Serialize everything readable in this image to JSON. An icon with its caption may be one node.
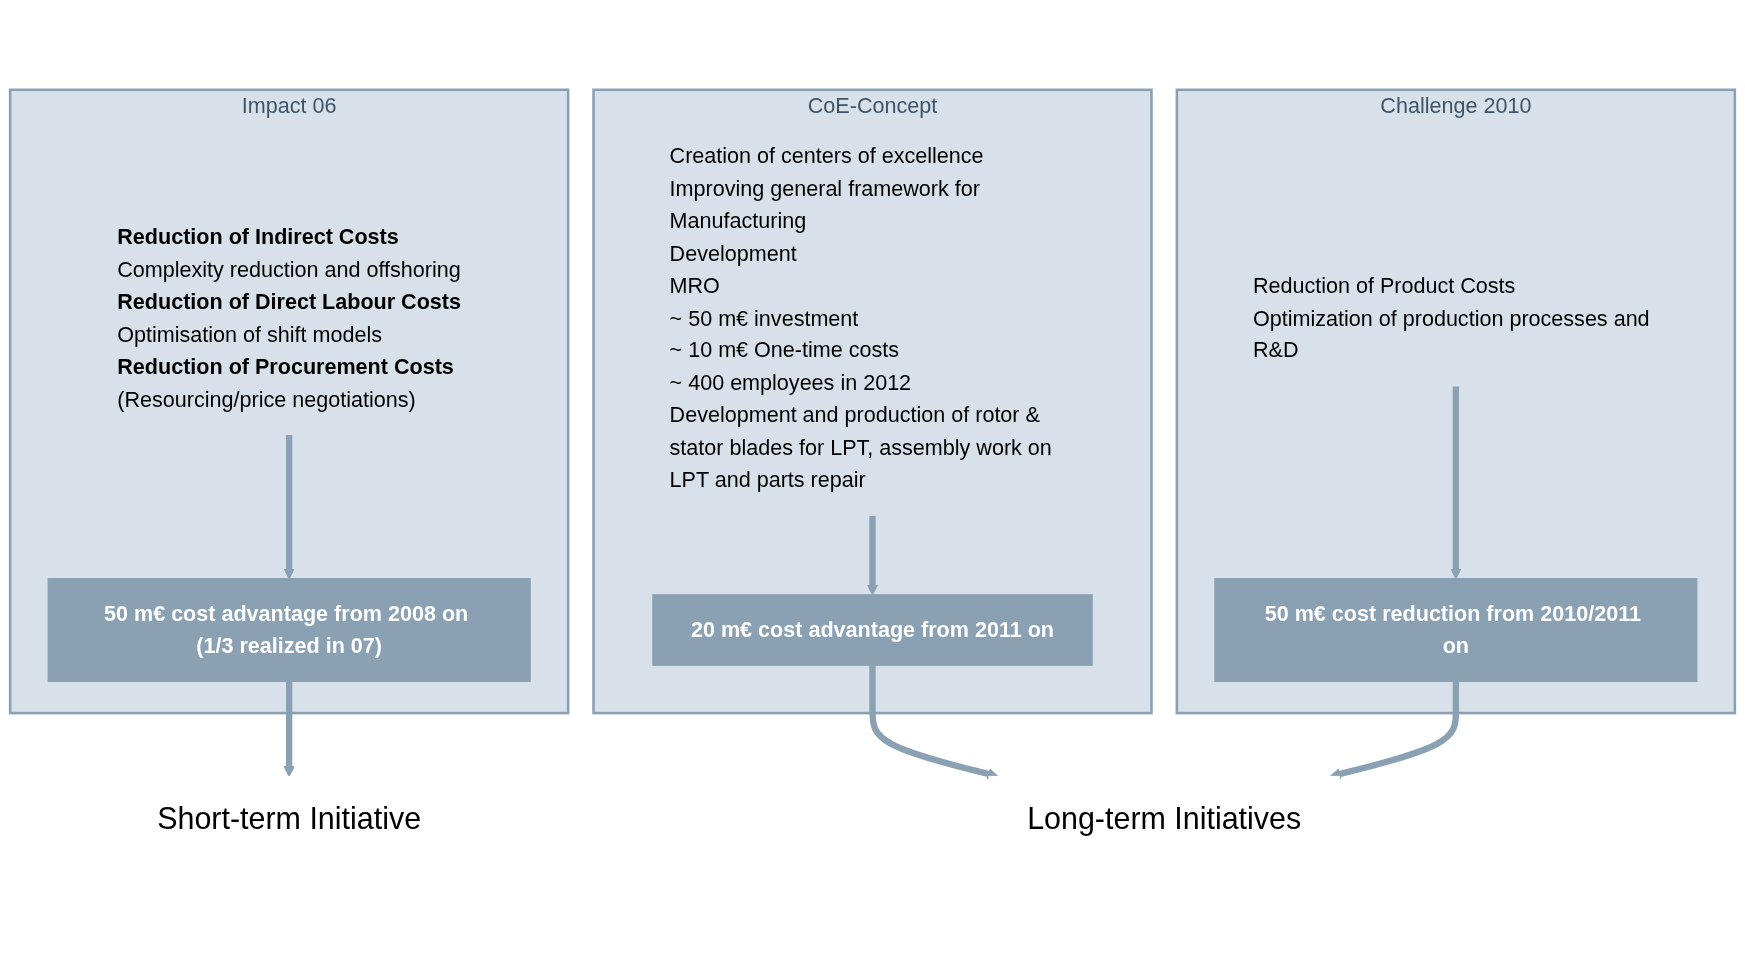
{
  "diagram": {
    "nodes": [
      {
        "text": [
          "Impact 06"
        ]
      },
      {
        "text": [
          "Reduction of Indirect Costs",
          "Complexity reduction and offshoring",
          "Reduction of Direct Labour Costs",
          "Optimisation of shift models",
          "Reduction of Procurement Costs",
          "(Resourcing/price negotiations)"
        ],
        "in": 0
      },
      {
        "text": [
          "50 m€ cost advantage from 2008 on (1/3 realized in 07)"
        ],
        "in": 0
      },
      {
        "text": [
          "CoE-Concept"
        ]
      },
      {
        "text": [
          "Creation of centers of excellence",
          "Improving general framework for",
          "Manufacturing",
          "Development",
          "MRO",
          "~ 50 m€ investment",
          "~ 10 m€ One-time costs",
          "~ 400 employees in 2012",
          "Development and production of rotor & stator blades for LPT, assembly work on LPT and parts repair"
        ],
        "in": 3
      },
      {
        "text": [
          "20 m€ cost advantage from 2011 on"
        ],
        "in": 3
      },
      {
        "text": [
          "Challenge 2010"
        ]
      },
      {
        "text": [
          "Reduction of Product Costs",
          "Optimization of production processes and R&D"
        ],
        "in": 6
      },
      {
        "text": [
          "50 m€ cost reduction from 2010/2011 on"
        ],
        "in": 6
      },
      {
        "text": [
          "Short-term Initiative"
        ]
      },
      {
        "text": [
          "Long-term Initiatives"
        ]
      }
    ],
    "edges": [
      {
        "from": 1,
        "to": 2,
        "arrow": "to"
      },
      {
        "from": 4,
        "to": 5,
        "arrow": "to"
      },
      {
        "from": 7,
        "to": 8,
        "arrow": "to"
      },
      {
        "from": 2,
        "to": 9,
        "arrow": "to"
      },
      {
        "from": 5,
        "to": 10,
        "arrow": "to"
      },
      {
        "from": 8,
        "to": 10,
        "arrow": "to"
      }
    ]
  }
}
